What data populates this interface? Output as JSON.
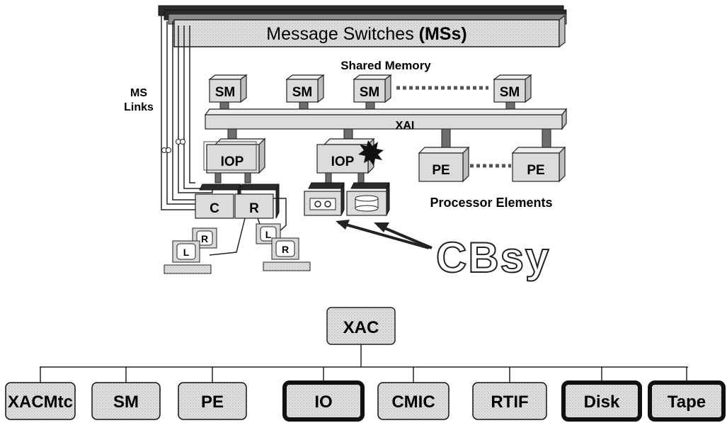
{
  "architecture": {
    "message_switches": "Message Switches ",
    "message_switches_abbr": "(MSs)",
    "shared_memory": "Shared Memory",
    "ms_links_line1": "MS",
    "ms_links_line2": "Links",
    "sm_units": [
      "SM",
      "SM",
      "SM",
      "SM"
    ],
    "bus": "XAI",
    "iop_left": "IOP",
    "iop_right": "IOP",
    "pe_units": [
      "PE",
      "PE"
    ],
    "processor_elements": "Processor Elements",
    "channel_c": "C",
    "channel_r": "R",
    "terminals": [
      "R",
      "L",
      "L",
      "R"
    ],
    "logo": "CBsy"
  },
  "tree": {
    "root": "XAC",
    "children": [
      {
        "label": "XACMtc",
        "emphasis": false
      },
      {
        "label": "SM",
        "emphasis": false
      },
      {
        "label": "PE",
        "emphasis": false
      },
      {
        "label": "IO",
        "emphasis": true
      },
      {
        "label": "CMIC",
        "emphasis": false
      },
      {
        "label": "RTIF",
        "emphasis": false
      },
      {
        "label": "Disk",
        "emphasis": true
      },
      {
        "label": "Tape",
        "emphasis": true
      }
    ]
  }
}
